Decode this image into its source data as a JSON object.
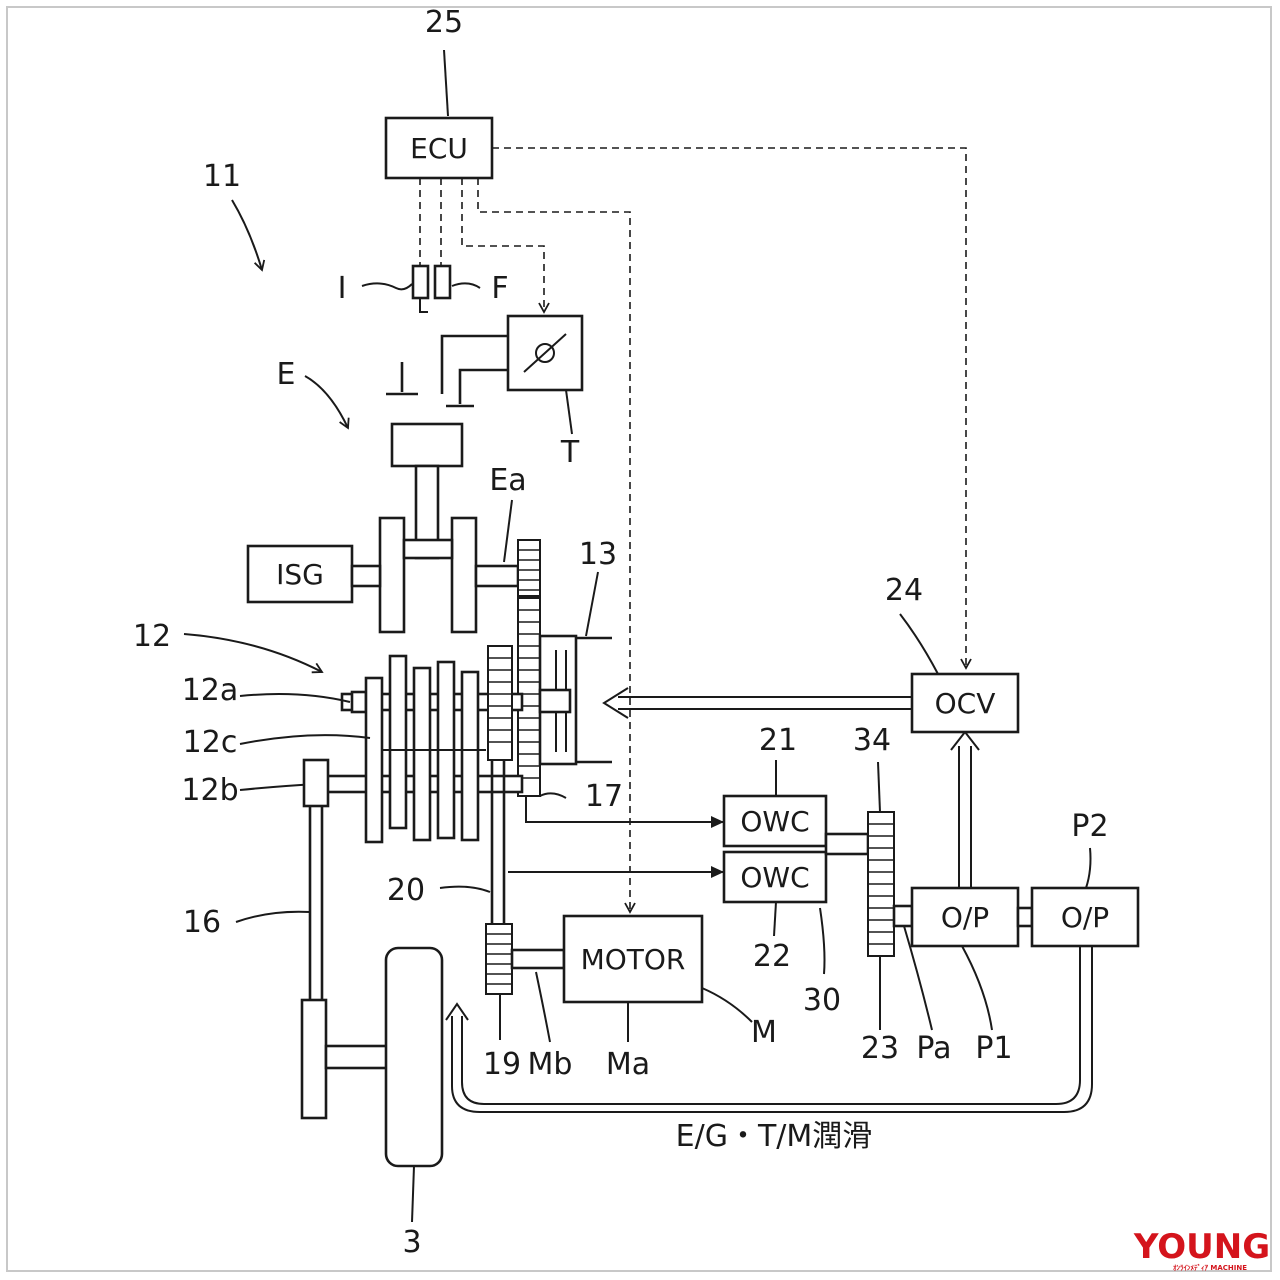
{
  "diagram": {
    "boxes": {
      "ecu": "ECU",
      "isg": "ISG",
      "ocv": "OCV",
      "owc_upper": "OWC",
      "owc_lower": "OWC",
      "motor": "MOTOR",
      "op_p1": "O/P",
      "op_p2": "O/P"
    },
    "labels": {
      "n25": "25",
      "n11": "11",
      "i": "I",
      "f": "F",
      "e": "E",
      "t": "T",
      "ea": "Ea",
      "n13": "13",
      "n12": "12",
      "n12a": "12a",
      "n12c": "12c",
      "n12b": "12b",
      "n24": "24",
      "n21": "21",
      "n34": "34",
      "n17": "17",
      "p2": "P2",
      "n20": "20",
      "n16": "16",
      "n22": "22",
      "n30": "30",
      "m": "M",
      "n19": "19",
      "mb": "Mb",
      "ma": "Ma",
      "n23": "23",
      "pa": "Pa",
      "p1": "P1",
      "n3": "3"
    },
    "caption": "E/G・T/M潤滑"
  },
  "watermark": {
    "main": "YOUNG",
    "sub": "ｵﾝﾗｲﾝﾒﾃﾞｨｱ MACHINE",
    "color": "#d4141c"
  }
}
